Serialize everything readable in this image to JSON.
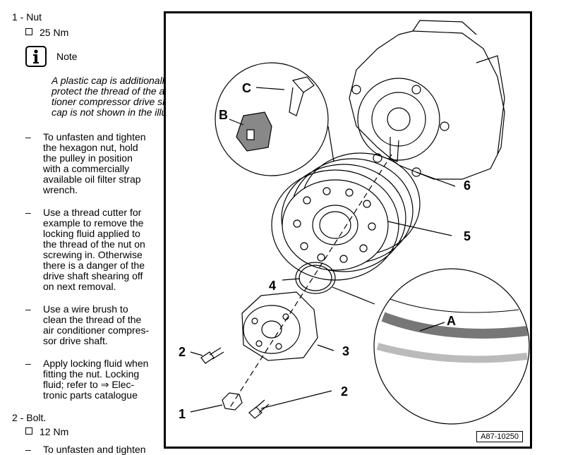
{
  "items": [
    {
      "heading": "1 - Nut",
      "spec": "25 Nm"
    },
    {
      "heading": "2 - Bolt.",
      "spec": "12 Nm"
    }
  ],
  "note": {
    "title": "Note",
    "lines": [
      "A plastic cap is additionally fitted to",
      "protect the thread of the air condi-",
      "tioner compressor drive shaft (this",
      "cap is not shown in the illustration)"
    ]
  },
  "instructions": [
    {
      "dash": "–",
      "lines": [
        "To unfasten and tighten",
        "the hexagon nut, hold",
        "the pulley in position",
        "with a commercially",
        "available oil filter strap",
        "wrench."
      ]
    },
    {
      "dash": "–",
      "lines": [
        "Use a thread cutter for",
        "example to remove the",
        "locking fluid applied to",
        "the thread of the nut on",
        "screwing in. Otherwise",
        "there is a danger of the",
        "drive shaft shearing off",
        "on next removal."
      ]
    },
    {
      "dash": "–",
      "lines": [
        "Use a wire brush to",
        "clean the thread of the",
        "air conditioner compres-",
        "sor drive shaft."
      ]
    },
    {
      "dash": "–",
      "lines": [
        "Apply locking fluid when",
        "fitting the nut. Locking",
        "fluid; refer to ⇒  Elec-",
        "tronic parts catalogue"
      ]
    },
    {
      "dash": "–",
      "lines": [
        "To unfasten and tighten"
      ]
    }
  ],
  "figure": {
    "labels": {
      "C": "C",
      "B": "B",
      "A": "A",
      "n1": "1",
      "n2a": "2",
      "n2b": "2",
      "n3": "3",
      "n4": "4",
      "n5": "5",
      "n6": "6"
    },
    "code": "A87-10250"
  }
}
